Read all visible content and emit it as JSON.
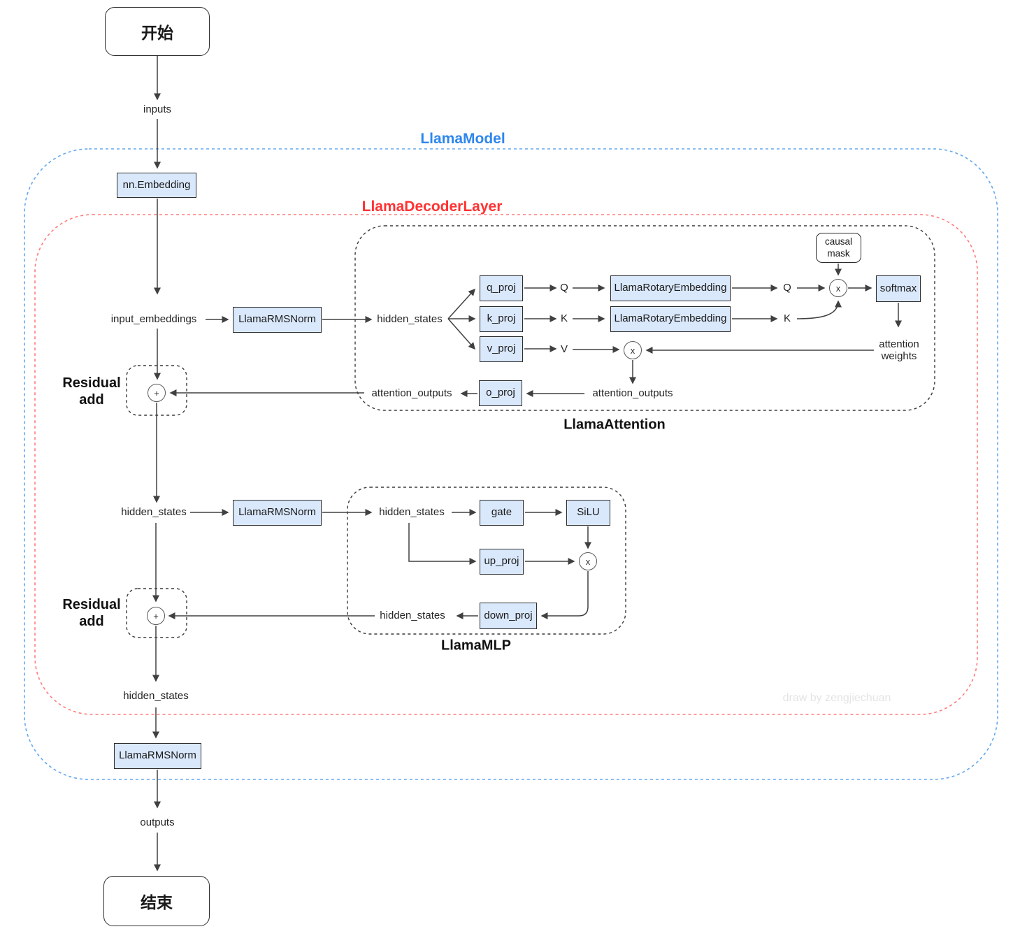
{
  "diagram": {
    "containers": {
      "llama_model": "LlamaModel",
      "llama_decoder_layer": "LlamaDecoderLayer",
      "llama_attention": "LlamaAttention",
      "llama_mlp": "LlamaMLP"
    },
    "terminals": {
      "start": "开始",
      "end": "结束"
    },
    "nodes": {
      "nn_embedding": "nn.Embedding",
      "rmsnorm": "LlamaRMSNorm",
      "q_proj": "q_proj",
      "k_proj": "k_proj",
      "v_proj": "v_proj",
      "o_proj": "o_proj",
      "rotary_embedding": "LlamaRotaryEmbedding",
      "softmax": "softmax",
      "gate": "gate",
      "silu": "SiLU",
      "up_proj": "up_proj",
      "down_proj": "down_proj"
    },
    "causal_mask": {
      "line1": "causal",
      "line2": "mask"
    },
    "attention_weights": {
      "line1": "attention",
      "line2": "weights"
    },
    "residual_add": {
      "line1": "Residual",
      "line2": "add"
    },
    "flow_labels": {
      "inputs": "inputs",
      "input_embeddings": "input_embeddings",
      "hidden_states": "hidden_states",
      "attention_outputs": "attention_outputs",
      "outputs": "outputs",
      "q": "Q",
      "k": "K",
      "v": "V"
    },
    "operators": {
      "multiply": "x",
      "add": "+"
    },
    "watermark": "draw by zengjiechuan",
    "colors": {
      "node_fill": "#dae8fc",
      "node_border": "#2d2d2d",
      "model_blue_text": "#2e86ee",
      "model_blue_dash": "#63a8f0",
      "decoder_red_text": "#ff3232",
      "decoder_red_dash": "#ff7d7d",
      "inner_dash": "#3a3a3a",
      "edge": "#404040"
    }
  }
}
